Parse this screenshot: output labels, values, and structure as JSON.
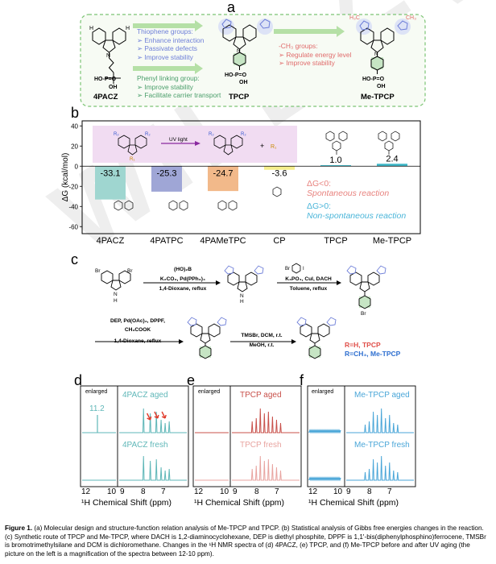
{
  "panel_a": {
    "letter": "a",
    "mol1": "4PACZ",
    "mol2": "TPCP",
    "mol3": "Me-TPCP",
    "thiophene_title": "Thiophene groups:",
    "thiophene_items": [
      "➢ Enhance interaction",
      "➢ Passivate defects",
      "➢ Improve stability"
    ],
    "phenyl_title": "Phenyl linking group:",
    "phenyl_items": [
      "➢ Improve stability",
      "➢ Facilitate carrier transport"
    ],
    "ch3_title": "-CH₃ groups:",
    "ch3_items": [
      "➢ Regulate energy level",
      "➢ Improve stability"
    ],
    "colors": {
      "box_border": "#7cc474",
      "box_bg": "#f7fbf4",
      "thiophene": "#6e7fd8",
      "phenyl": "#4a9e6a",
      "ch3": "#e06b6b"
    }
  },
  "panel_b": {
    "letter": "b",
    "uv_label": "UV light",
    "rule1": "ΔG<0:",
    "rule1_desc": "Spontaneous reaction",
    "rule2": "ΔG>0:",
    "rule2_desc": "Non-spontaneous reaction",
    "colors": {
      "4PACZ": "#9fd6d0",
      "4PATPC": "#9fa6d6",
      "4PAMeTPC": "#f2b98a",
      "CP": "#f5ee8c",
      "positive": "#3fb8c8",
      "inset_bg": "#f1dcf2",
      "rule_neg": "#e8837f",
      "rule_pos": "#4ab5d9"
    }
  },
  "chart_data": {
    "type": "bar",
    "categories": [
      "4PACZ",
      "4PATPC",
      "4PAMeTPC",
      "CP",
      "TPCP",
      "Me-TPCP"
    ],
    "values": [
      -33.1,
      -25.3,
      -24.7,
      -3.6,
      1.0,
      2.4
    ],
    "value_labels": [
      "-33.1",
      "-25.3",
      "-24.7",
      "-3.6",
      "1.0",
      "2.4"
    ],
    "ylabel": "ΔG (kcal/mol)",
    "ylim": [
      -67,
      45
    ],
    "yticks": [
      40,
      20,
      0,
      -20,
      -40,
      -60
    ],
    "ytick_labels": [
      "40",
      "20",
      "0",
      "-20",
      "-40",
      "-60"
    ]
  },
  "panel_c": {
    "letter": "c",
    "step1_reagent": "(HO)₂B",
    "step1_cond1": "K₂CO₃, Pd(PPh₃)₄",
    "step1_cond2": "1,4-Dioxane, reflux",
    "step2_cond1": "K₃PO₄, CuI, DACH",
    "step2_cond2": "Toluene, reflux",
    "step3_cond1": "DEP, Pd(OAc)₂, DPPF,",
    "step3_cond2": "CH₃COOK",
    "step3_cond3": "1,4-Dioxane, reflux",
    "step4_cond1": "TMSBr, DCM, r.t.",
    "step4_cond2": "MeOH, r.t.",
    "r_h": "R=H, TPCP",
    "r_ch3": "R=CH₃, Me-TPCP",
    "colors": {
      "r_h": "#e0504a",
      "r_ch3": "#2e6fd0"
    }
  },
  "panel_nmr": {
    "letters": [
      "d",
      "e",
      "f"
    ],
    "enlarged": "enlarged",
    "d_peak_label": "11.2",
    "d_aged": "4PACZ aged",
    "d_fresh": "4PACZ fresh",
    "e_aged": "TPCP aged",
    "e_fresh": "TPCP fresh",
    "f_aged": "Me-TPCP aged",
    "f_fresh": "Me-TPCP fresh",
    "tick_left": [
      "12",
      "10"
    ],
    "tick_right": [
      "9",
      "8",
      "7"
    ],
    "xlabel": "¹H Chemical Shift (ppm)",
    "colors": {
      "d": "#5fb7b8",
      "e_aged": "#c8504a",
      "e_fresh": "#e8a4a0",
      "f": "#4aa6d8",
      "arrow": "#e03a2a"
    }
  },
  "watermark": "WILEY-VCH",
  "caption": {
    "label": "Figure 1.",
    "text": " (a) Molecular design and structure-function relation analysis of Me-TPCP and TPCP. (b) Statistical analysis of Gibbs free energies changes in the reaction. (c) Synthetic route of TPCP and Me-TPCP, where DACH is 1,2-diaminocyclohexane, DEP is diethyl phosphite, DPPF is 1,1'-bis(diphenylphosphino)ferrocene, TMSBr is bromotrimethylsilane and DCM is dichloromethane. Changes in the ¹H NMR spectra of (d) 4PACZ, (e) TPCP, and (f) Me-TPCP before and after UV aging (the picture on the left is a magnification of the spectra between 12-10 ppm)."
  }
}
